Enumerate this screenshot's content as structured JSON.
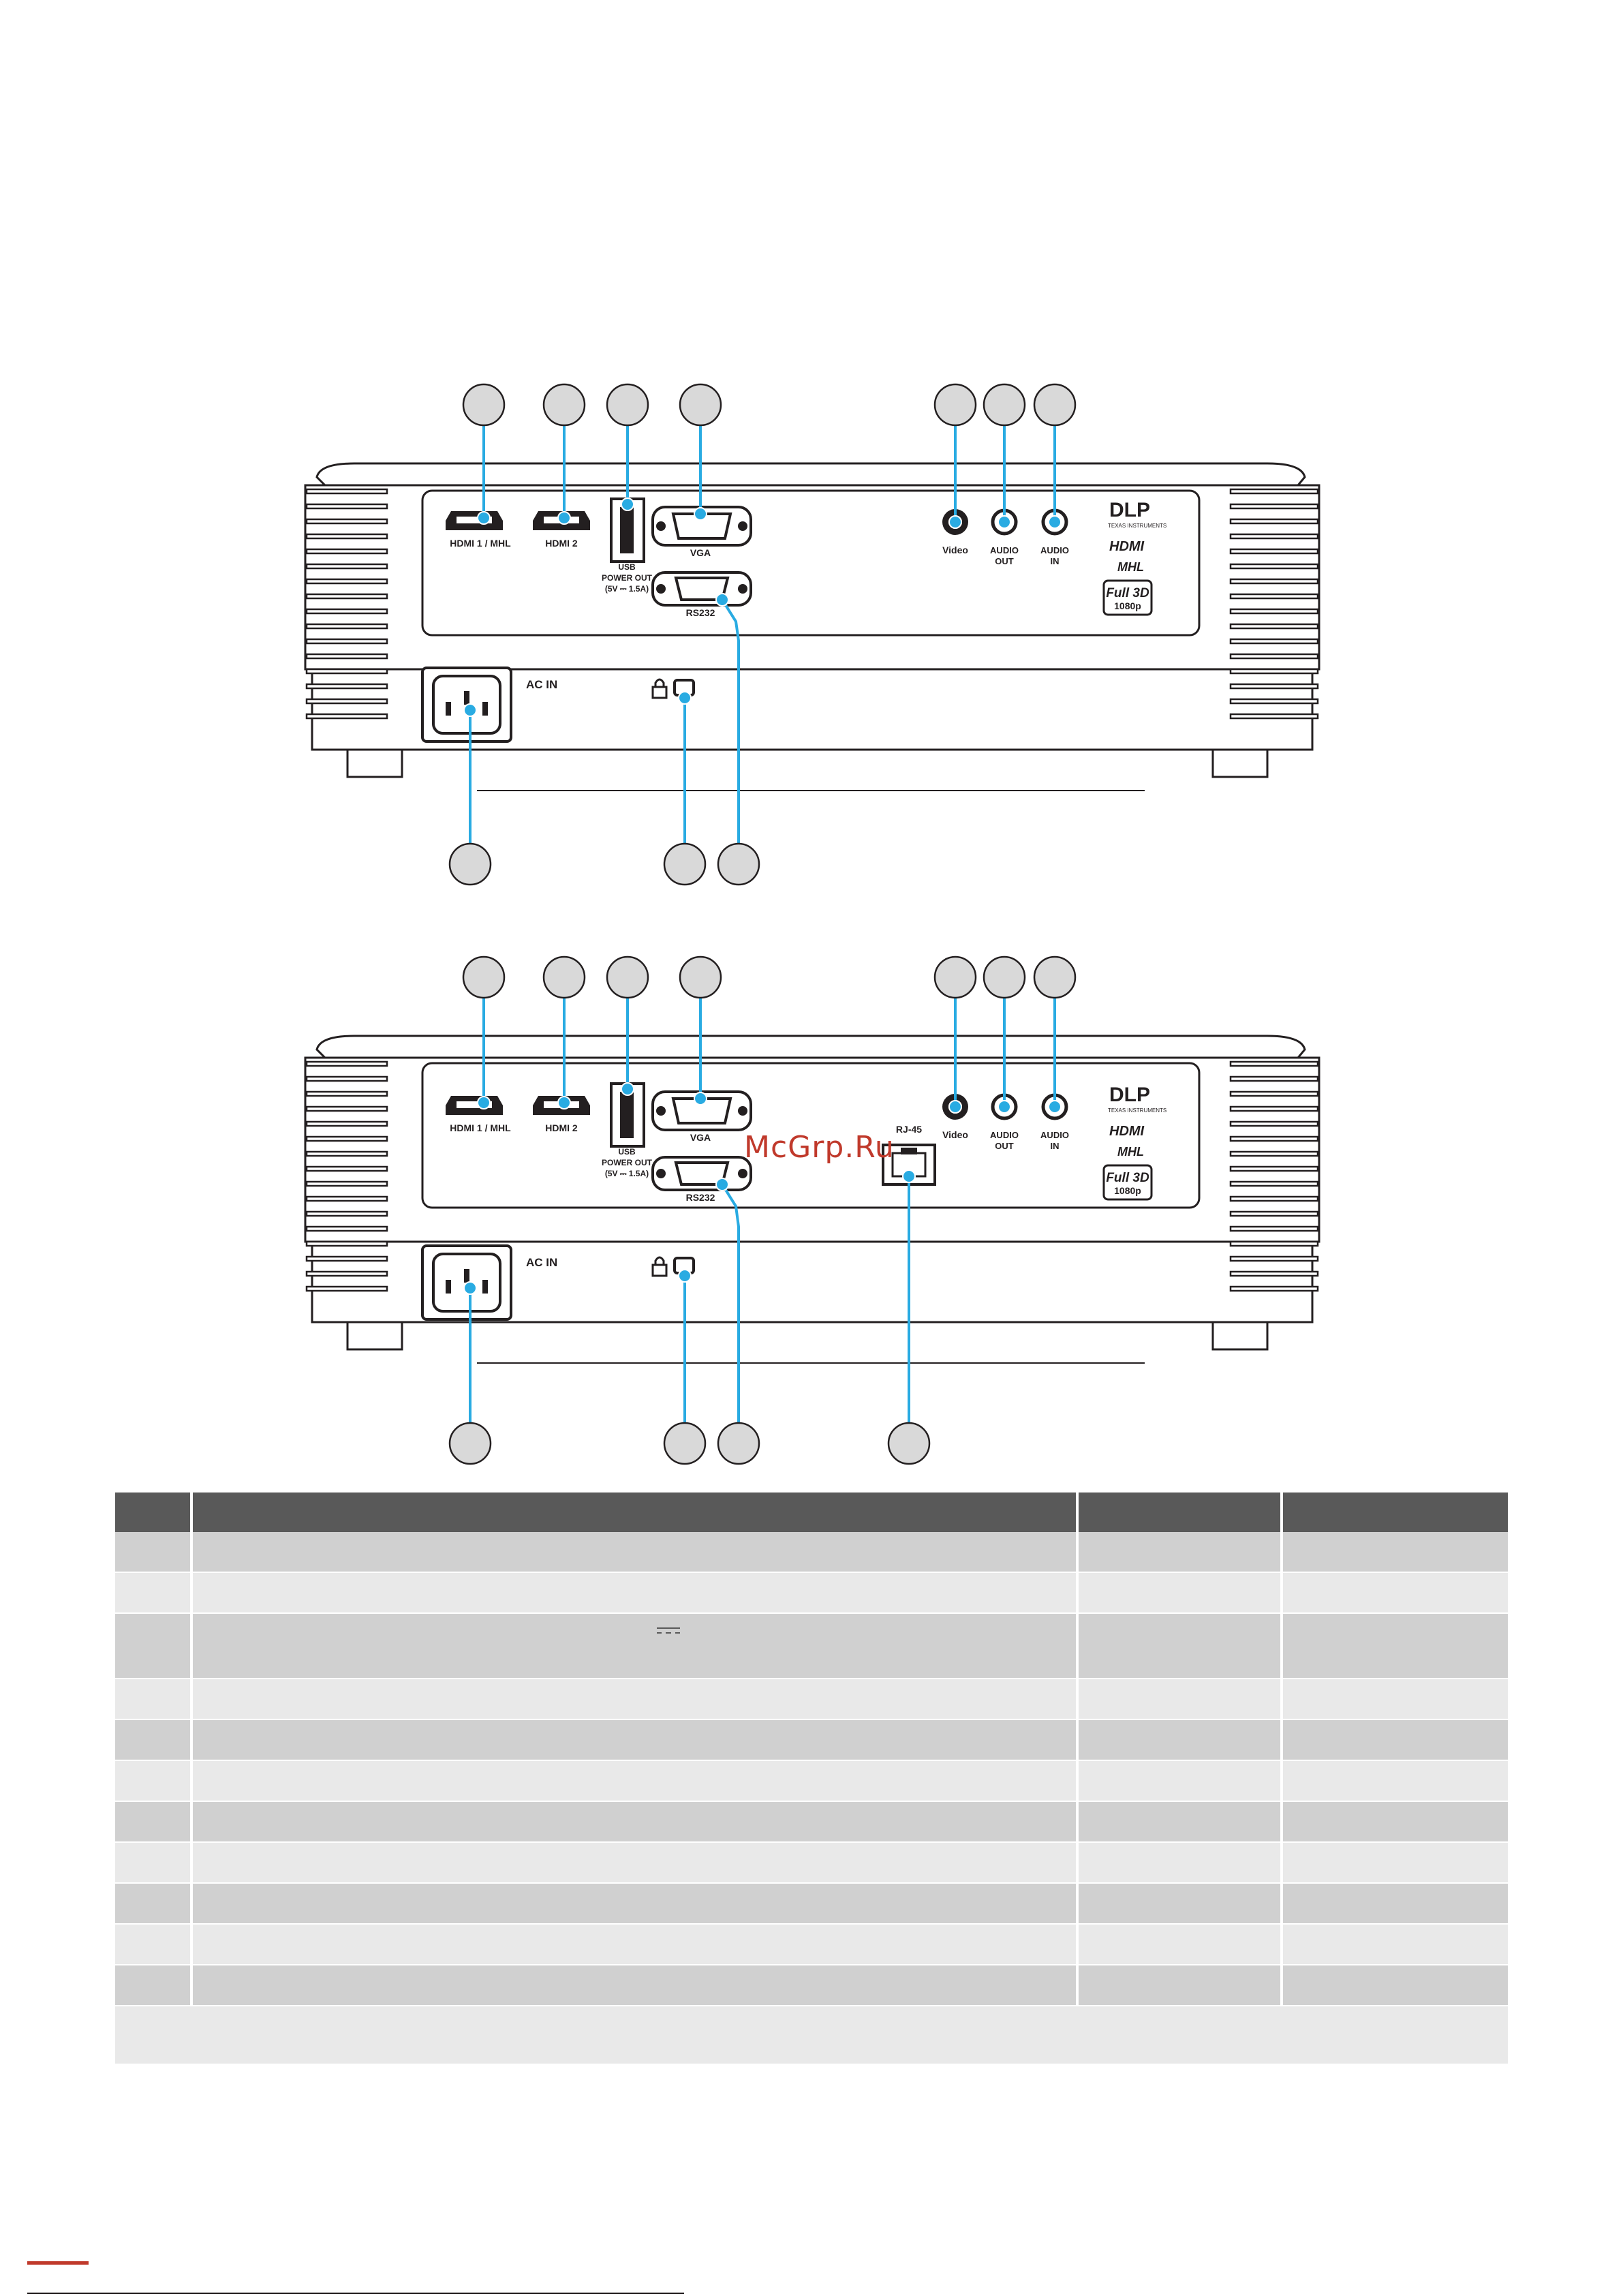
{
  "panels": [
    {
      "id": "panel-top",
      "port_labels": {
        "hdmi1": "HDMI 1 / MHL",
        "hdmi2": "HDMI 2",
        "usb_line1": "USB",
        "usb_line2": "POWER OUT",
        "usb_line3": "(5V ⎓ 1.5A)",
        "vga": "VGA",
        "rs232": "RS232",
        "video": "Video",
        "audio_out_line1": "AUDIO",
        "audio_out_line2": "OUT",
        "audio_in_line1": "AUDIO",
        "audio_in_line2": "IN",
        "ac_in": "AC IN"
      },
      "logos": {
        "dlp": "DLP",
        "dlp_sub": "TEXAS INSTRUMENTS",
        "hdmi": "HDMI",
        "mhl": "MHL",
        "full3d": "Full 3D",
        "full3d_sub": "1080p"
      }
    },
    {
      "id": "panel-bottom",
      "port_labels": {
        "hdmi1": "HDMI 1 / MHL",
        "hdmi2": "HDMI 2",
        "usb_line1": "USB",
        "usb_line2": "POWER OUT",
        "usb_line3": "(5V ⎓ 1.5A)",
        "vga": "VGA",
        "rs232": "RS232",
        "rj45": "RJ-45",
        "video": "Video",
        "audio_out_line1": "AUDIO",
        "audio_out_line2": "OUT",
        "audio_in_line1": "AUDIO",
        "audio_in_line2": "IN",
        "ac_in": "AC IN"
      },
      "logos": {
        "dlp": "DLP",
        "dlp_sub": "TEXAS INSTRUMENTS",
        "hdmi": "HDMI",
        "mhl": "MHL",
        "full3d": "Full 3D",
        "full3d_sub": "1080p"
      }
    }
  ],
  "watermark": "McGrp.Ru",
  "table": {
    "header_cells": 4,
    "row_count": 12
  },
  "colors": {
    "callout_leader": "#29abe2",
    "table_header": "#595959",
    "row_dark": "#d0d0d0",
    "row_light": "#e9e9e9",
    "accent_red": "#c0392b"
  }
}
